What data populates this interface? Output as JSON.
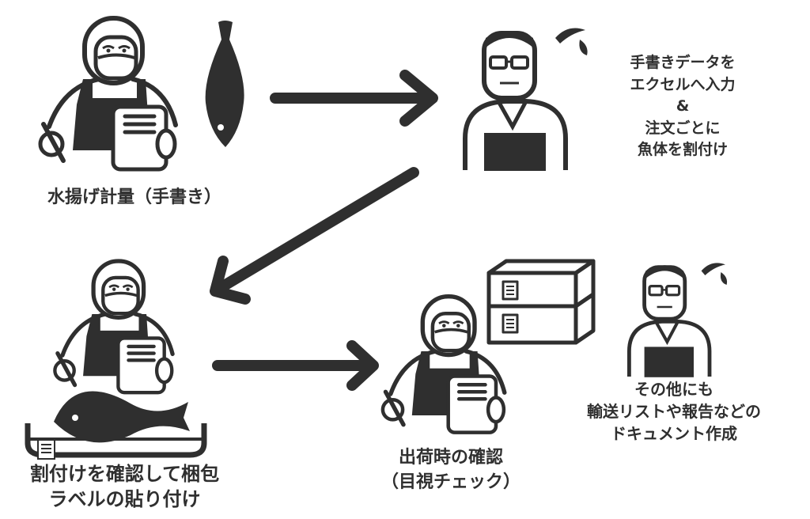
{
  "colors": {
    "ink": "#2f2f2f",
    "background": "#ffffff"
  },
  "steps": [
    {
      "id": "landing-weighing",
      "lines": [
        "水揚げ計量（手書き）"
      ]
    },
    {
      "id": "excel-input",
      "lines": [
        "手書きデータを",
        "エクセルへ入力",
        "&",
        "注文ごとに",
        "魚体を割付け"
      ]
    },
    {
      "id": "packing-labeling",
      "lines": [
        "割付けを確認して梱包",
        "ラベルの貼り付け"
      ]
    },
    {
      "id": "shipping-check",
      "lines": [
        "出荷時の確認",
        "（目視チェック）"
      ]
    },
    {
      "id": "documents",
      "lines": [
        "その他にも",
        "輸送リストや報告などの",
        "ドキュメント作成"
      ]
    }
  ]
}
